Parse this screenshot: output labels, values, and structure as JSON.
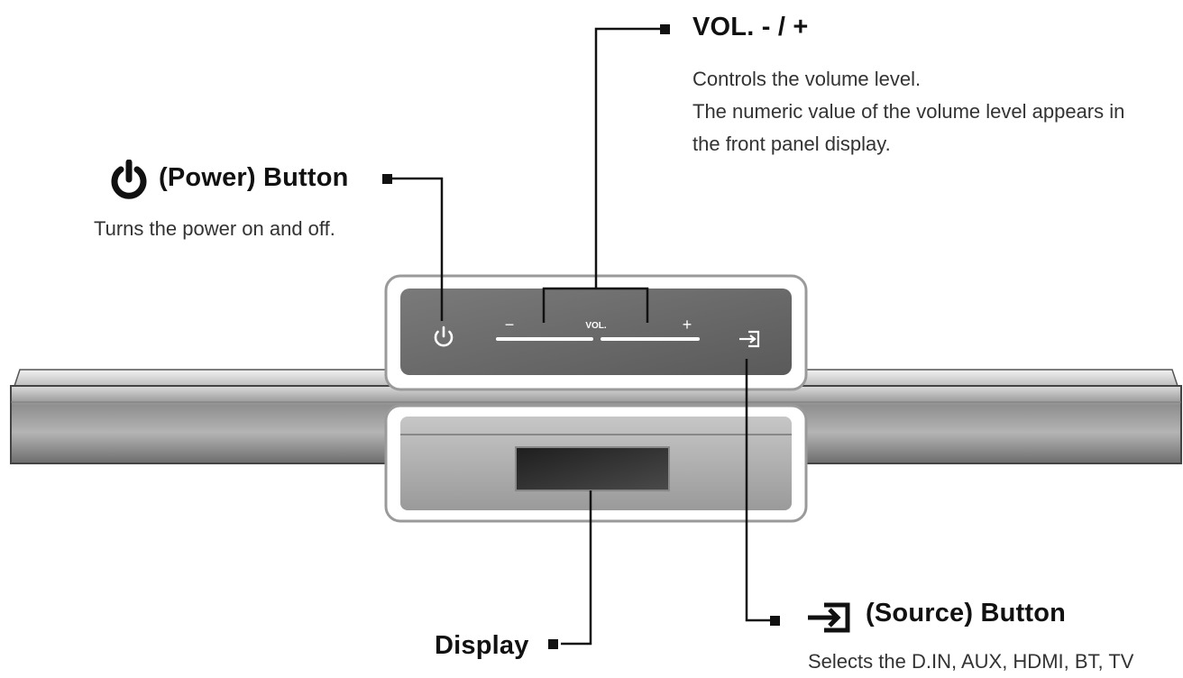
{
  "callouts": {
    "vol": {
      "title": "VOL. - / +",
      "lines": [
        "Controls the volume level.",
        "The numeric value of the volume level appears in",
        "the front panel display."
      ]
    },
    "power": {
      "title": "(Power) Button",
      "lines": [
        "Turns the power on and off."
      ]
    },
    "source": {
      "title": "(Source) Button",
      "lines": [
        "Selects the D.IN, AUX, HDMI, BT, TV"
      ]
    },
    "display": {
      "title": "Display"
    }
  },
  "panel": {
    "vol_label": "VOL.",
    "minus": "−",
    "plus": "+"
  },
  "icons": {
    "power": "power-icon",
    "source": "source-icon"
  },
  "colors": {
    "panel_dark": "#6e6e6e",
    "body_gray": "#a8a8a8",
    "leader_line": "#111111",
    "display_window": "#2b2b2b"
  }
}
